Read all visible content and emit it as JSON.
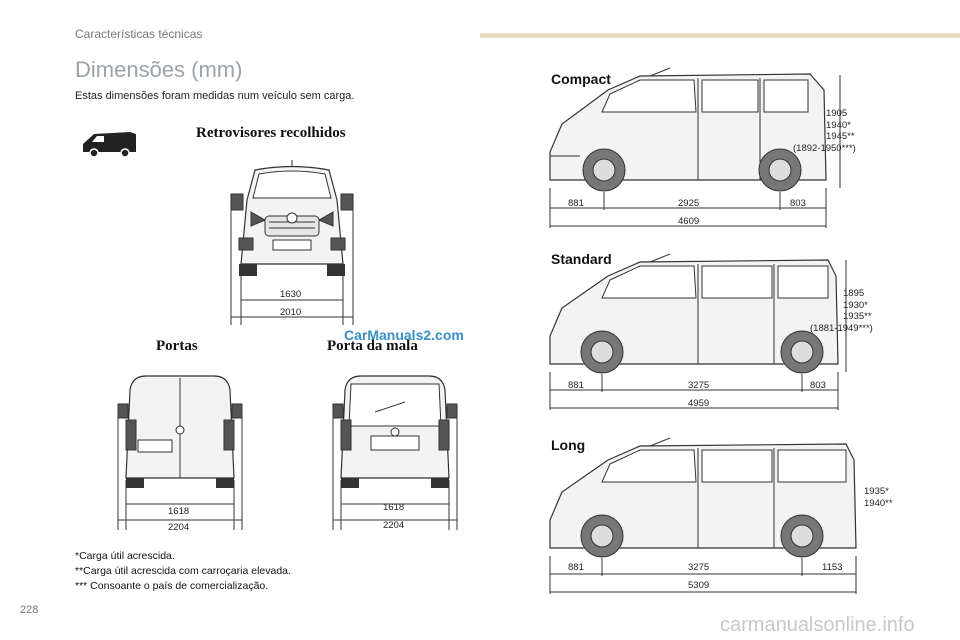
{
  "header": {
    "section": "Características técnicas"
  },
  "page": {
    "title": "Dimensões (mm)",
    "intro": "Estas dimensões foram medidas num veículo sem carga.",
    "number": "228"
  },
  "mirrors": {
    "heading": "Retrovisores recolhidos",
    "dims": [
      "1630",
      "2010"
    ]
  },
  "rear": {
    "portas": {
      "heading": "Portas",
      "dims": [
        "1618",
        "2204"
      ]
    },
    "porta_mala": {
      "heading": "Porta da mala",
      "dims": [
        "1618",
        "2204"
      ]
    }
  },
  "vans": [
    {
      "name": "Compact",
      "heights": [
        "1905",
        "1940*",
        "1945**",
        "(1892-1950***)"
      ],
      "front": "881",
      "wheelbase": "2925",
      "rear": "803",
      "total": "4609"
    },
    {
      "name": "Standard",
      "heights": [
        "1895",
        "1930*",
        "1935**",
        "(1881-1949***)"
      ],
      "front": "881",
      "wheelbase": "3275",
      "rear": "803",
      "total": "4959"
    },
    {
      "name": "Long",
      "heights": [
        "1935*",
        "1940**"
      ],
      "front": "881",
      "wheelbase": "3275",
      "rear": "1153",
      "total": "5309"
    }
  ],
  "notes": [
    "*Carga útil acrescida.",
    "**Carga útil acrescida com carroçaria elevada.",
    "*** Consoante o país de comercialização."
  ],
  "watermarks": {
    "top": "CarManuals2.com",
    "bottom": "carmanualsonline.info"
  }
}
